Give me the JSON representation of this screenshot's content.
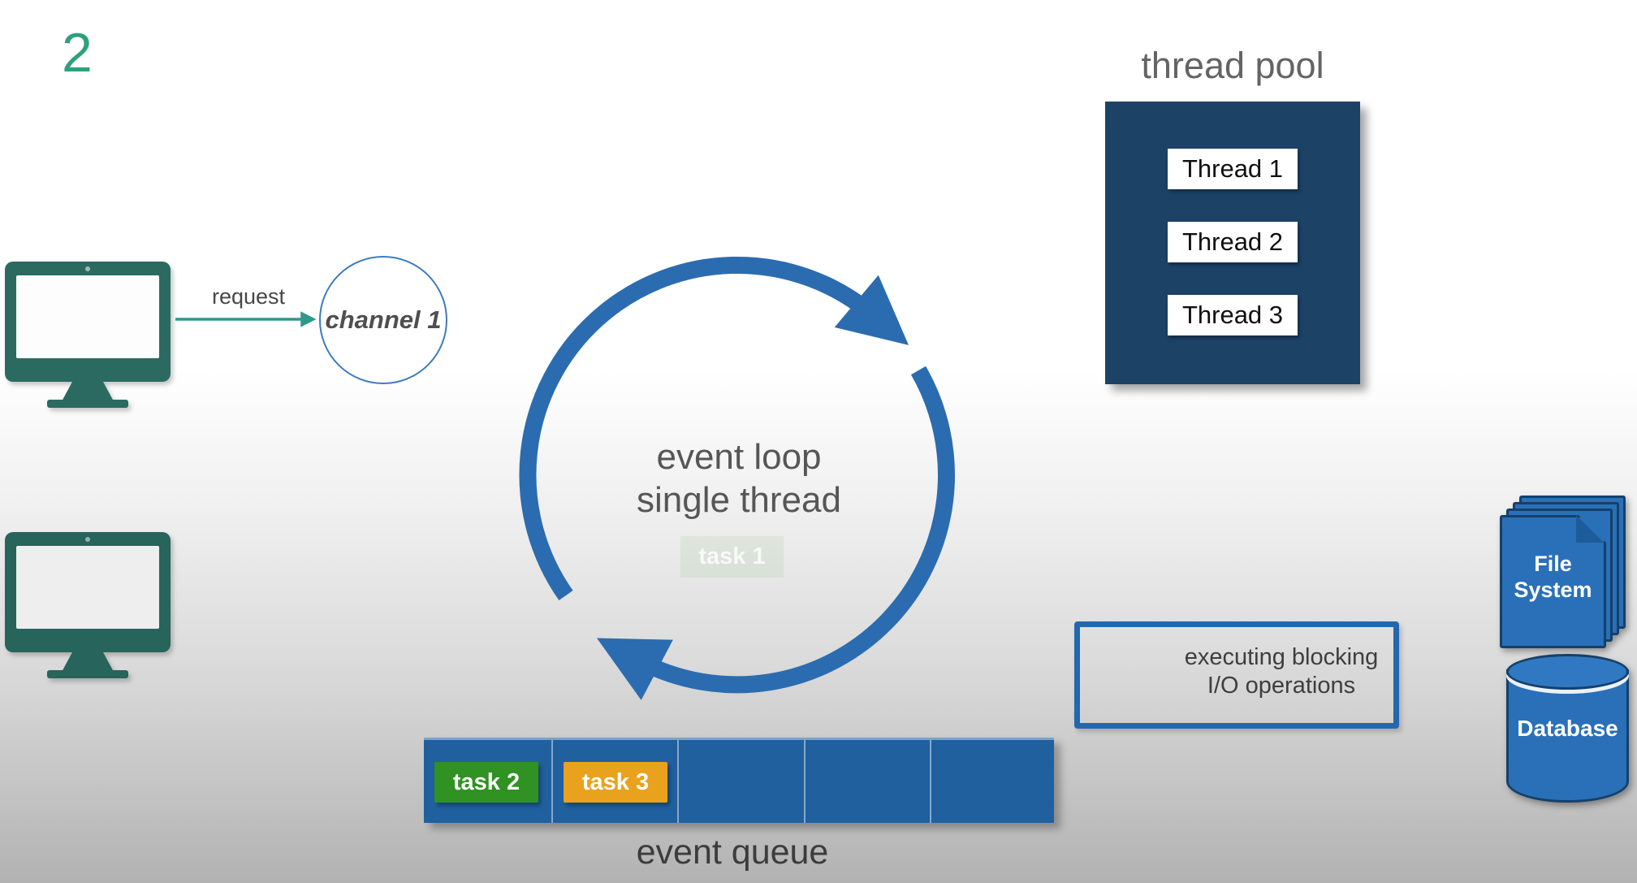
{
  "slide": {
    "step_number": "2"
  },
  "request_flow": {
    "request_label": "request",
    "channel_label": "channel 1"
  },
  "event_loop": {
    "title_line1": "event loop",
    "title_line2": "single thread",
    "faded_task_label": "task 1",
    "arrow_color": "#2b6cb0"
  },
  "thread_pool": {
    "title": "thread pool",
    "box_color": "#1c4266",
    "threads": [
      {
        "label": "Thread 1"
      },
      {
        "label": "Thread 2"
      },
      {
        "label": "Thread 3"
      }
    ]
  },
  "io_box": {
    "line1": "executing blocking",
    "line2": "I/O operations",
    "border_color": "#2368ad"
  },
  "storage": {
    "file_system_line1": "File",
    "file_system_line2": "System",
    "database_label": "Database",
    "fill_color": "#2a70b8"
  },
  "event_queue": {
    "label": "event queue",
    "bar_color": "#20609f",
    "cells": 5,
    "tasks": [
      {
        "label": "task 2",
        "color": "#2f9222"
      },
      {
        "label": "task 3",
        "color": "#e9a21d"
      }
    ]
  },
  "icons": {
    "client_monitors": "monitor-icon",
    "event_loop": "circular-arrows-icon",
    "request": "arrow-right-icon",
    "file_system": "document-stack-icon",
    "database": "database-cylinder-icon"
  },
  "colors": {
    "step_green": "#2ea17c",
    "monitor_teal": "#2a6a61",
    "background_top": "#ffffff",
    "background_bottom": "#b2b2b2"
  }
}
